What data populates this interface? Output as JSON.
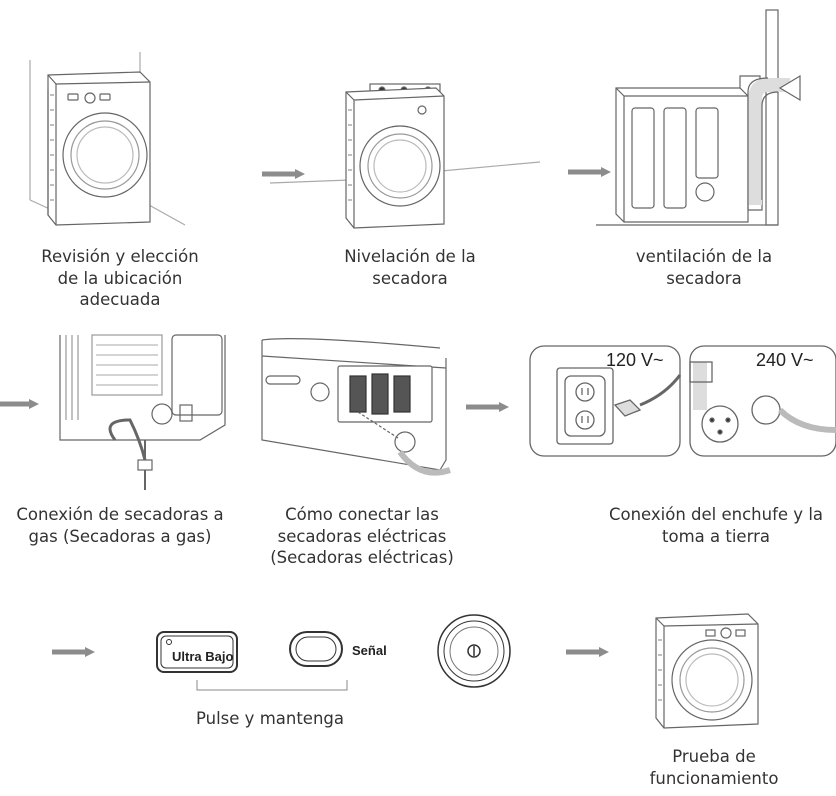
{
  "steps": [
    {
      "lines": [
        "Revisión y elección",
        "de la ubicación",
        "adecuada"
      ]
    },
    {
      "lines": [
        "Nivelación de la",
        "secadora"
      ]
    },
    {
      "lines": [
        "ventilación de la",
        "secadora"
      ]
    },
    {
      "lines": [
        "Conexión de secadoras a",
        "gas (Secadoras a gas)"
      ]
    },
    {
      "lines": [
        "Cómo conectar las",
        "secadoras eléctricas",
        "(Secadoras eléctricas)"
      ]
    },
    {
      "lines": [
        "Conexión del enchufe y la",
        "toma a tierra"
      ]
    },
    {
      "lines": [
        "Pulse y mantenga"
      ]
    },
    {
      "lines": [
        "Prueba de",
        "funcionamiento"
      ]
    }
  ],
  "outlets": {
    "v120": "120 V~",
    "v240": "240 V~"
  },
  "buttons": {
    "ultra_bajo": "Ultra Bajo",
    "senal": "Señal"
  },
  "colors": {
    "arrow": "#8c8c8c",
    "line": "#666666",
    "text": "#333333"
  }
}
